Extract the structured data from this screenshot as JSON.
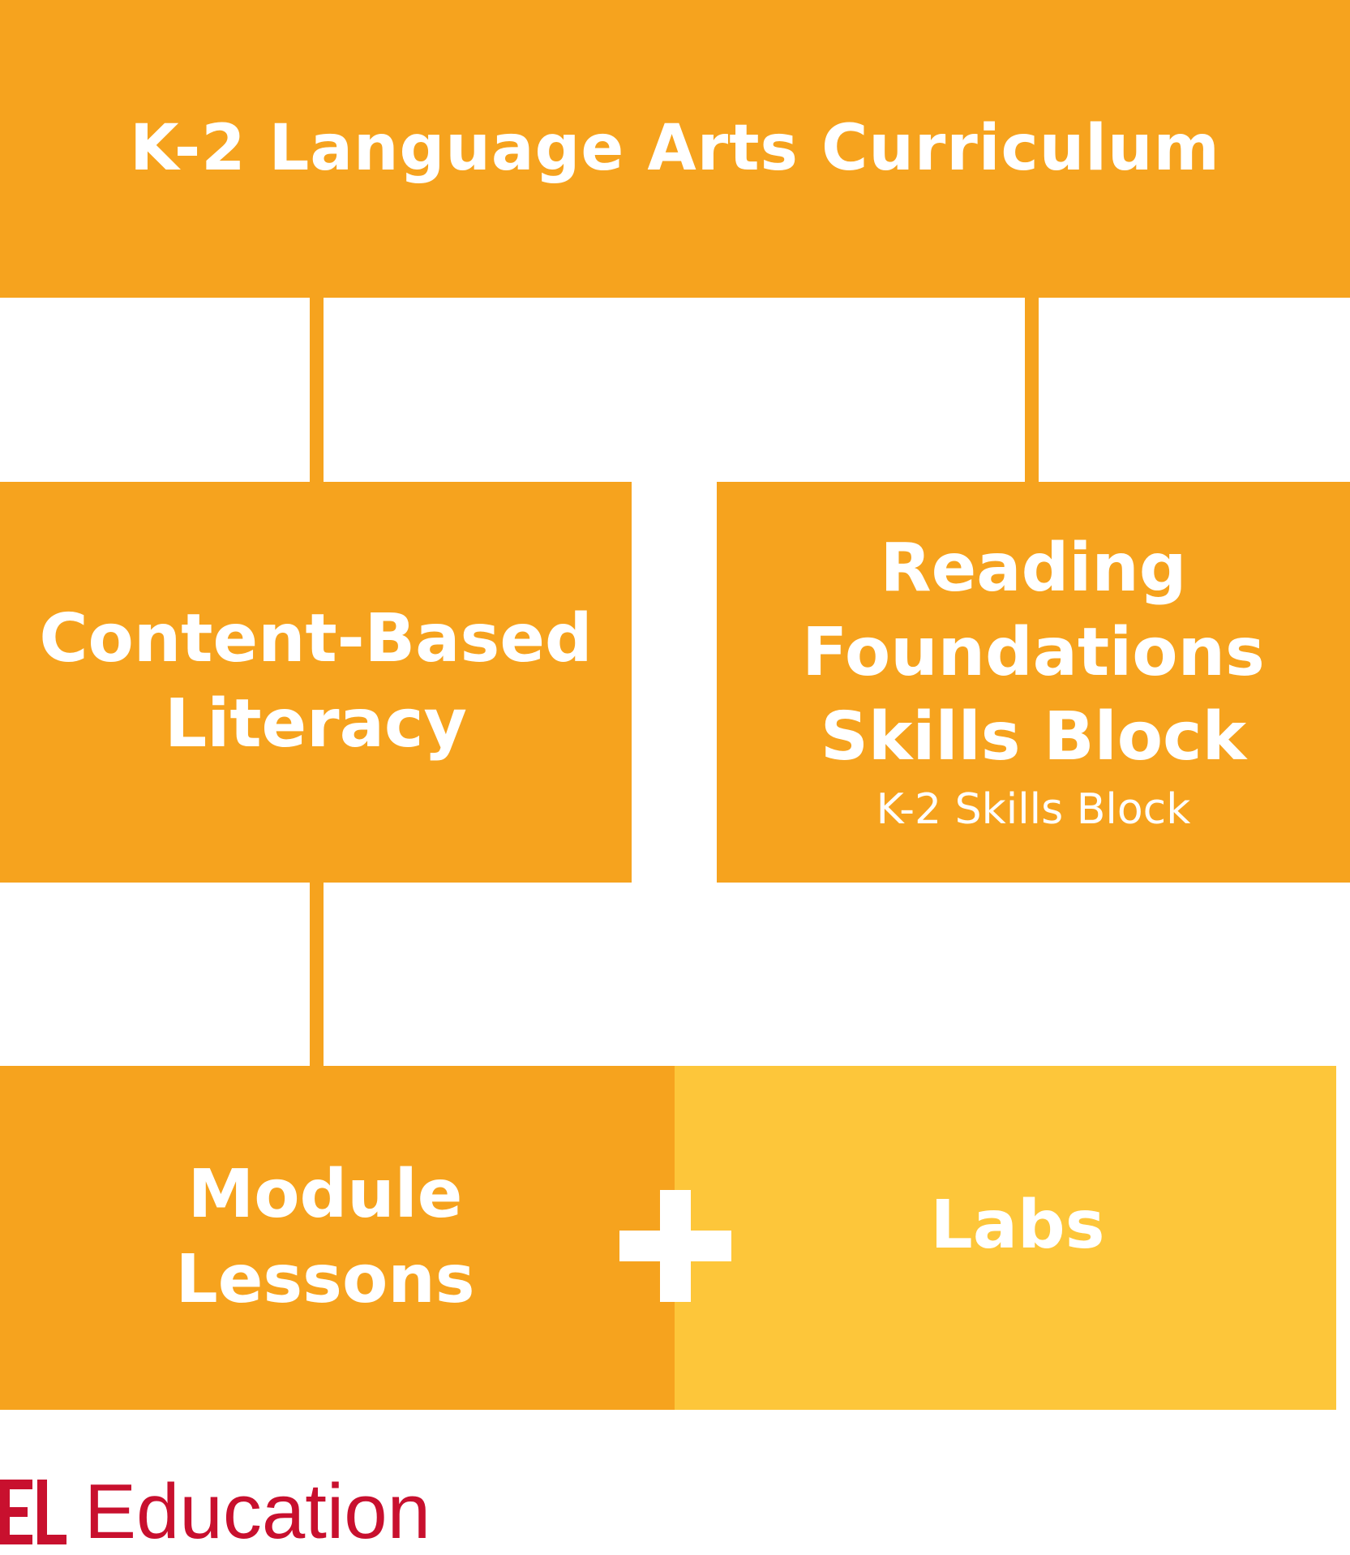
{
  "diagram": {
    "root": {
      "label": "K-2 Language Arts Curriculum"
    },
    "content_based": {
      "lines": [
        "Content-Based",
        "Literacy"
      ]
    },
    "reading": {
      "lines": [
        "Reading",
        "Foundations",
        "Skills Block"
      ],
      "subtitle": "K-2 Skills Block"
    },
    "module": {
      "lines": [
        "Module",
        "Lessons"
      ]
    },
    "labs": {
      "label": "Labs"
    },
    "connector_symbol": "plus-icon"
  },
  "logo": {
    "mark": "EL",
    "text": "Education",
    "color": "#c8102e"
  },
  "colors": {
    "orange": "#f6a31e",
    "yellow": "#fdc63a",
    "text": "#ffffff"
  }
}
